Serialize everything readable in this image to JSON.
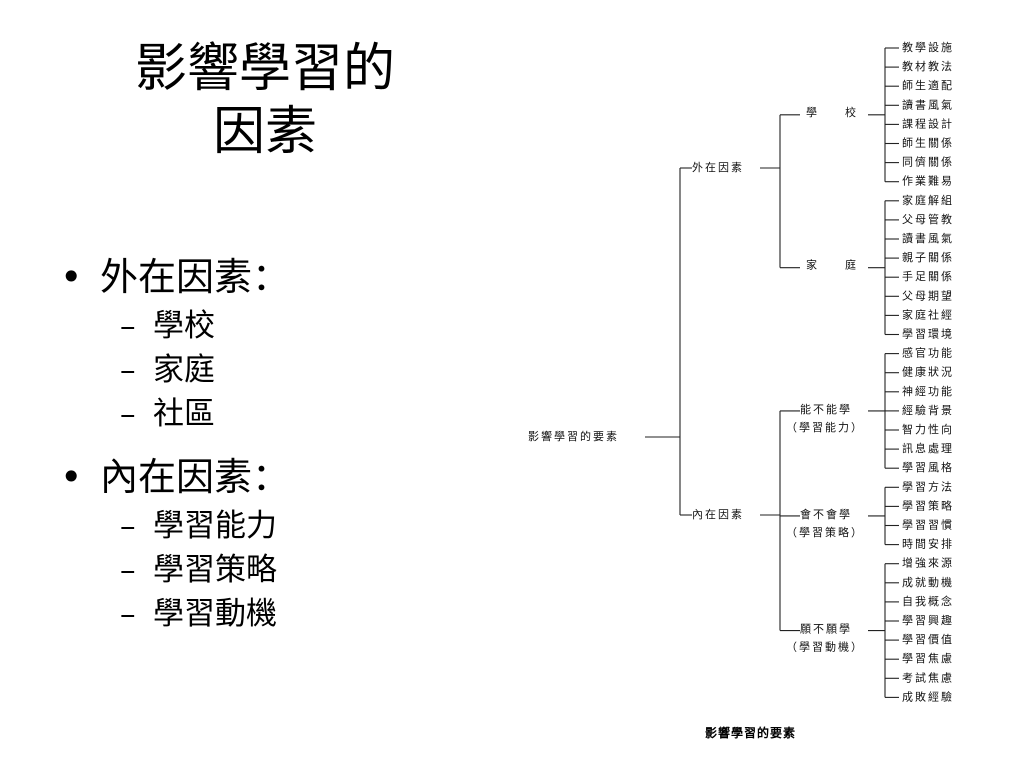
{
  "slide": {
    "title_line1": "影響學習的",
    "title_line2": "因素",
    "bullets": [
      {
        "label": "外在因素：",
        "items": [
          "學校",
          "家庭",
          "社區"
        ]
      },
      {
        "label": "內在因素：",
        "items": [
          "學習能力",
          "學習策略",
          "學習動機"
        ]
      }
    ]
  },
  "diagram": {
    "root": "影響學習的要素",
    "caption": "影響學習的要素",
    "groups": [
      {
        "label": "外在因素",
        "branches": [
          {
            "label": "學　　校",
            "leaves": [
              "教學設施",
              "教材教法",
              "師生適配",
              "讀書風氣",
              "課程設計",
              "師生關係",
              "同儕關係",
              "作業難易"
            ]
          },
          {
            "label": "家　　庭",
            "leaves": [
              "家庭解組",
              "父母管教",
              "讀書風氣",
              "親子關係",
              "手足關係",
              "父母期望",
              "家庭社經",
              "學習環境"
            ]
          }
        ]
      },
      {
        "label": "內在因素",
        "branches": [
          {
            "label": "能不能學",
            "sublabel": "（學習能力）",
            "leaves": [
              "感官功能",
              "健康狀況",
              "神經功能",
              "經驗背景",
              "智力性向",
              "訊息處理",
              "學習風格"
            ]
          },
          {
            "label": "會不會學",
            "sublabel": "（學習策略）",
            "leaves": [
              "學習方法",
              "學習策略",
              "學習習慣",
              "時間安排"
            ]
          },
          {
            "label": "願不願學",
            "sublabel": "（學習動機）",
            "leaves": [
              "增強來源",
              "成就動機",
              "自我概念",
              "學習興趣",
              "學習價值",
              "學習焦慮",
              "考試焦慮",
              "成敗經驗"
            ]
          }
        ]
      }
    ]
  }
}
